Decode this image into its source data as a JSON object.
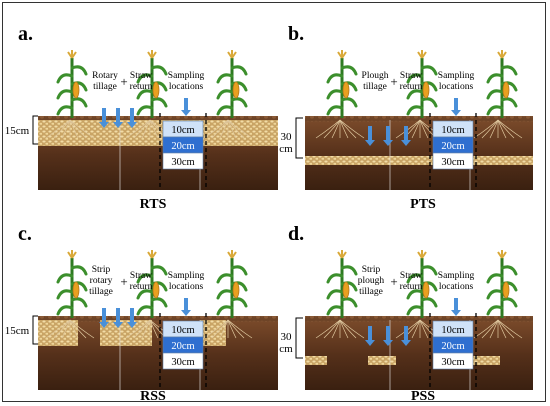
{
  "panels": [
    {
      "letter": "a.",
      "tillage": [
        "Rotary",
        "tillage"
      ],
      "plus": "+",
      "straw": [
        "Straw",
        "return"
      ],
      "sampling": [
        "Sampling",
        "locations"
      ],
      "depth_label": [
        "15cm"
      ],
      "cores": [
        "10cm",
        "20cm",
        "30cm"
      ],
      "caption": "RTS"
    },
    {
      "letter": "b.",
      "tillage": [
        "Plough",
        "tillage"
      ],
      "plus": "+",
      "straw": [
        "Straw",
        "return"
      ],
      "sampling": [
        "Sampling",
        "locations"
      ],
      "depth_label": [
        "30",
        "cm"
      ],
      "cores": [
        "10cm",
        "20cm",
        "30cm"
      ],
      "caption": "PTS"
    },
    {
      "letter": "c.",
      "tillage": [
        "Strip",
        "rotary",
        "tillage"
      ],
      "plus": "+",
      "straw": [
        "Straw",
        "return"
      ],
      "sampling": [
        "Sampling",
        "locations"
      ],
      "depth_label": [
        "15cm"
      ],
      "cores": [
        "10cm",
        "20cm",
        "30cm"
      ],
      "caption": "RSS"
    },
    {
      "letter": "d.",
      "tillage": [
        "Strip",
        "plough",
        "tillage"
      ],
      "plus": "+",
      "straw": [
        "Straw",
        "return"
      ],
      "sampling": [
        "Sampling",
        "locations"
      ],
      "depth_label": [
        "30",
        "cm"
      ],
      "cores": [
        "10cm",
        "20cm",
        "30cm"
      ],
      "caption": "PSS"
    }
  ],
  "colors": {
    "soil_dark": "#4a2a17",
    "soil_mid": "#6b3f22",
    "straw": "#d9b97a",
    "arrow": "#4a90d9",
    "core_top": "#c9def5",
    "core_mid": "#2f6fd0",
    "leaf": "#3c8f2c",
    "ear": "#e8a020"
  }
}
